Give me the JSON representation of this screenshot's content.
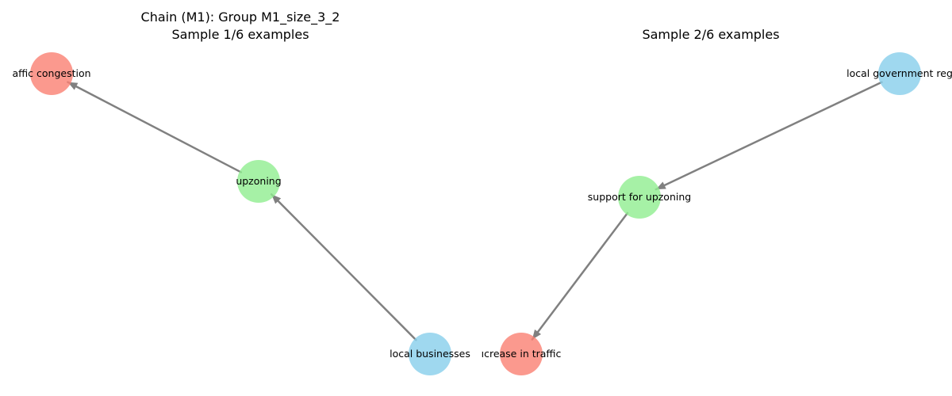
{
  "panels": [
    {
      "title_line1": "Chain (M1): Group M1_size_3_2",
      "title_line2": "Sample 1/6 examples",
      "nodes": [
        {
          "id": "n1",
          "label": "affic congestion",
          "color": "#fa8072"
        },
        {
          "id": "n2",
          "label": "upzoning",
          "color": "#90ee90"
        },
        {
          "id": "n3",
          "label": "local businesses",
          "color": "#87ceeb"
        }
      ],
      "edges": [
        {
          "from": "n2",
          "to": "n1"
        },
        {
          "from": "n3",
          "to": "n2"
        }
      ]
    },
    {
      "title_line1": "",
      "title_line2": "Sample 2/6 examples",
      "nodes": [
        {
          "id": "m1",
          "label": "local government reg",
          "color": "#87ceeb"
        },
        {
          "id": "m2",
          "label": "support for upzoning",
          "color": "#90ee90"
        },
        {
          "id": "m3",
          "label": "ıcrease in traffic",
          "color": "#fa8072"
        }
      ],
      "edges": [
        {
          "from": "m1",
          "to": "m2"
        },
        {
          "from": "m2",
          "to": "m3"
        }
      ]
    }
  ]
}
